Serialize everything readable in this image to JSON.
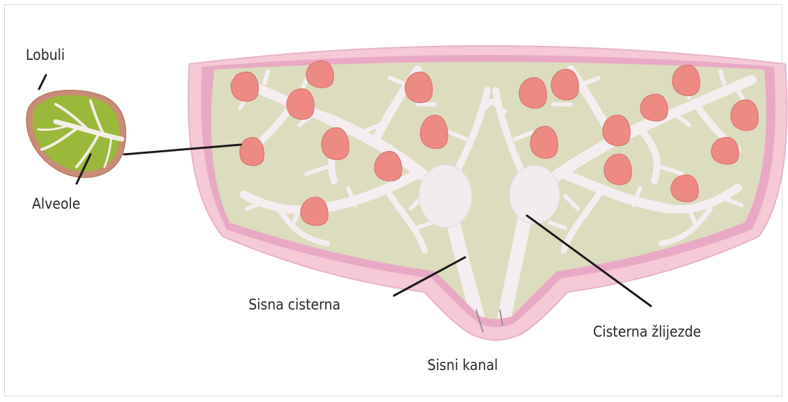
{
  "labels": {
    "lobuli": "Lobuli",
    "alveole": "Alveole",
    "sisna_cisterna": "Sisna cisterna",
    "sisni_kanal": "Sisni kanal",
    "cisterna_zlijezde": "Cisterna žlijezde"
  },
  "colors": {
    "outer_skin": "#f5c9d6",
    "inner_band": "#e9a9c4",
    "tissue": "#dcdcbf",
    "ducts": "#f4eef0",
    "alveoli": "#ee8a84",
    "lobule_green": "#9ab83a",
    "lobule_rim": "#c98c77",
    "leader_line": "#1a1a1a"
  }
}
